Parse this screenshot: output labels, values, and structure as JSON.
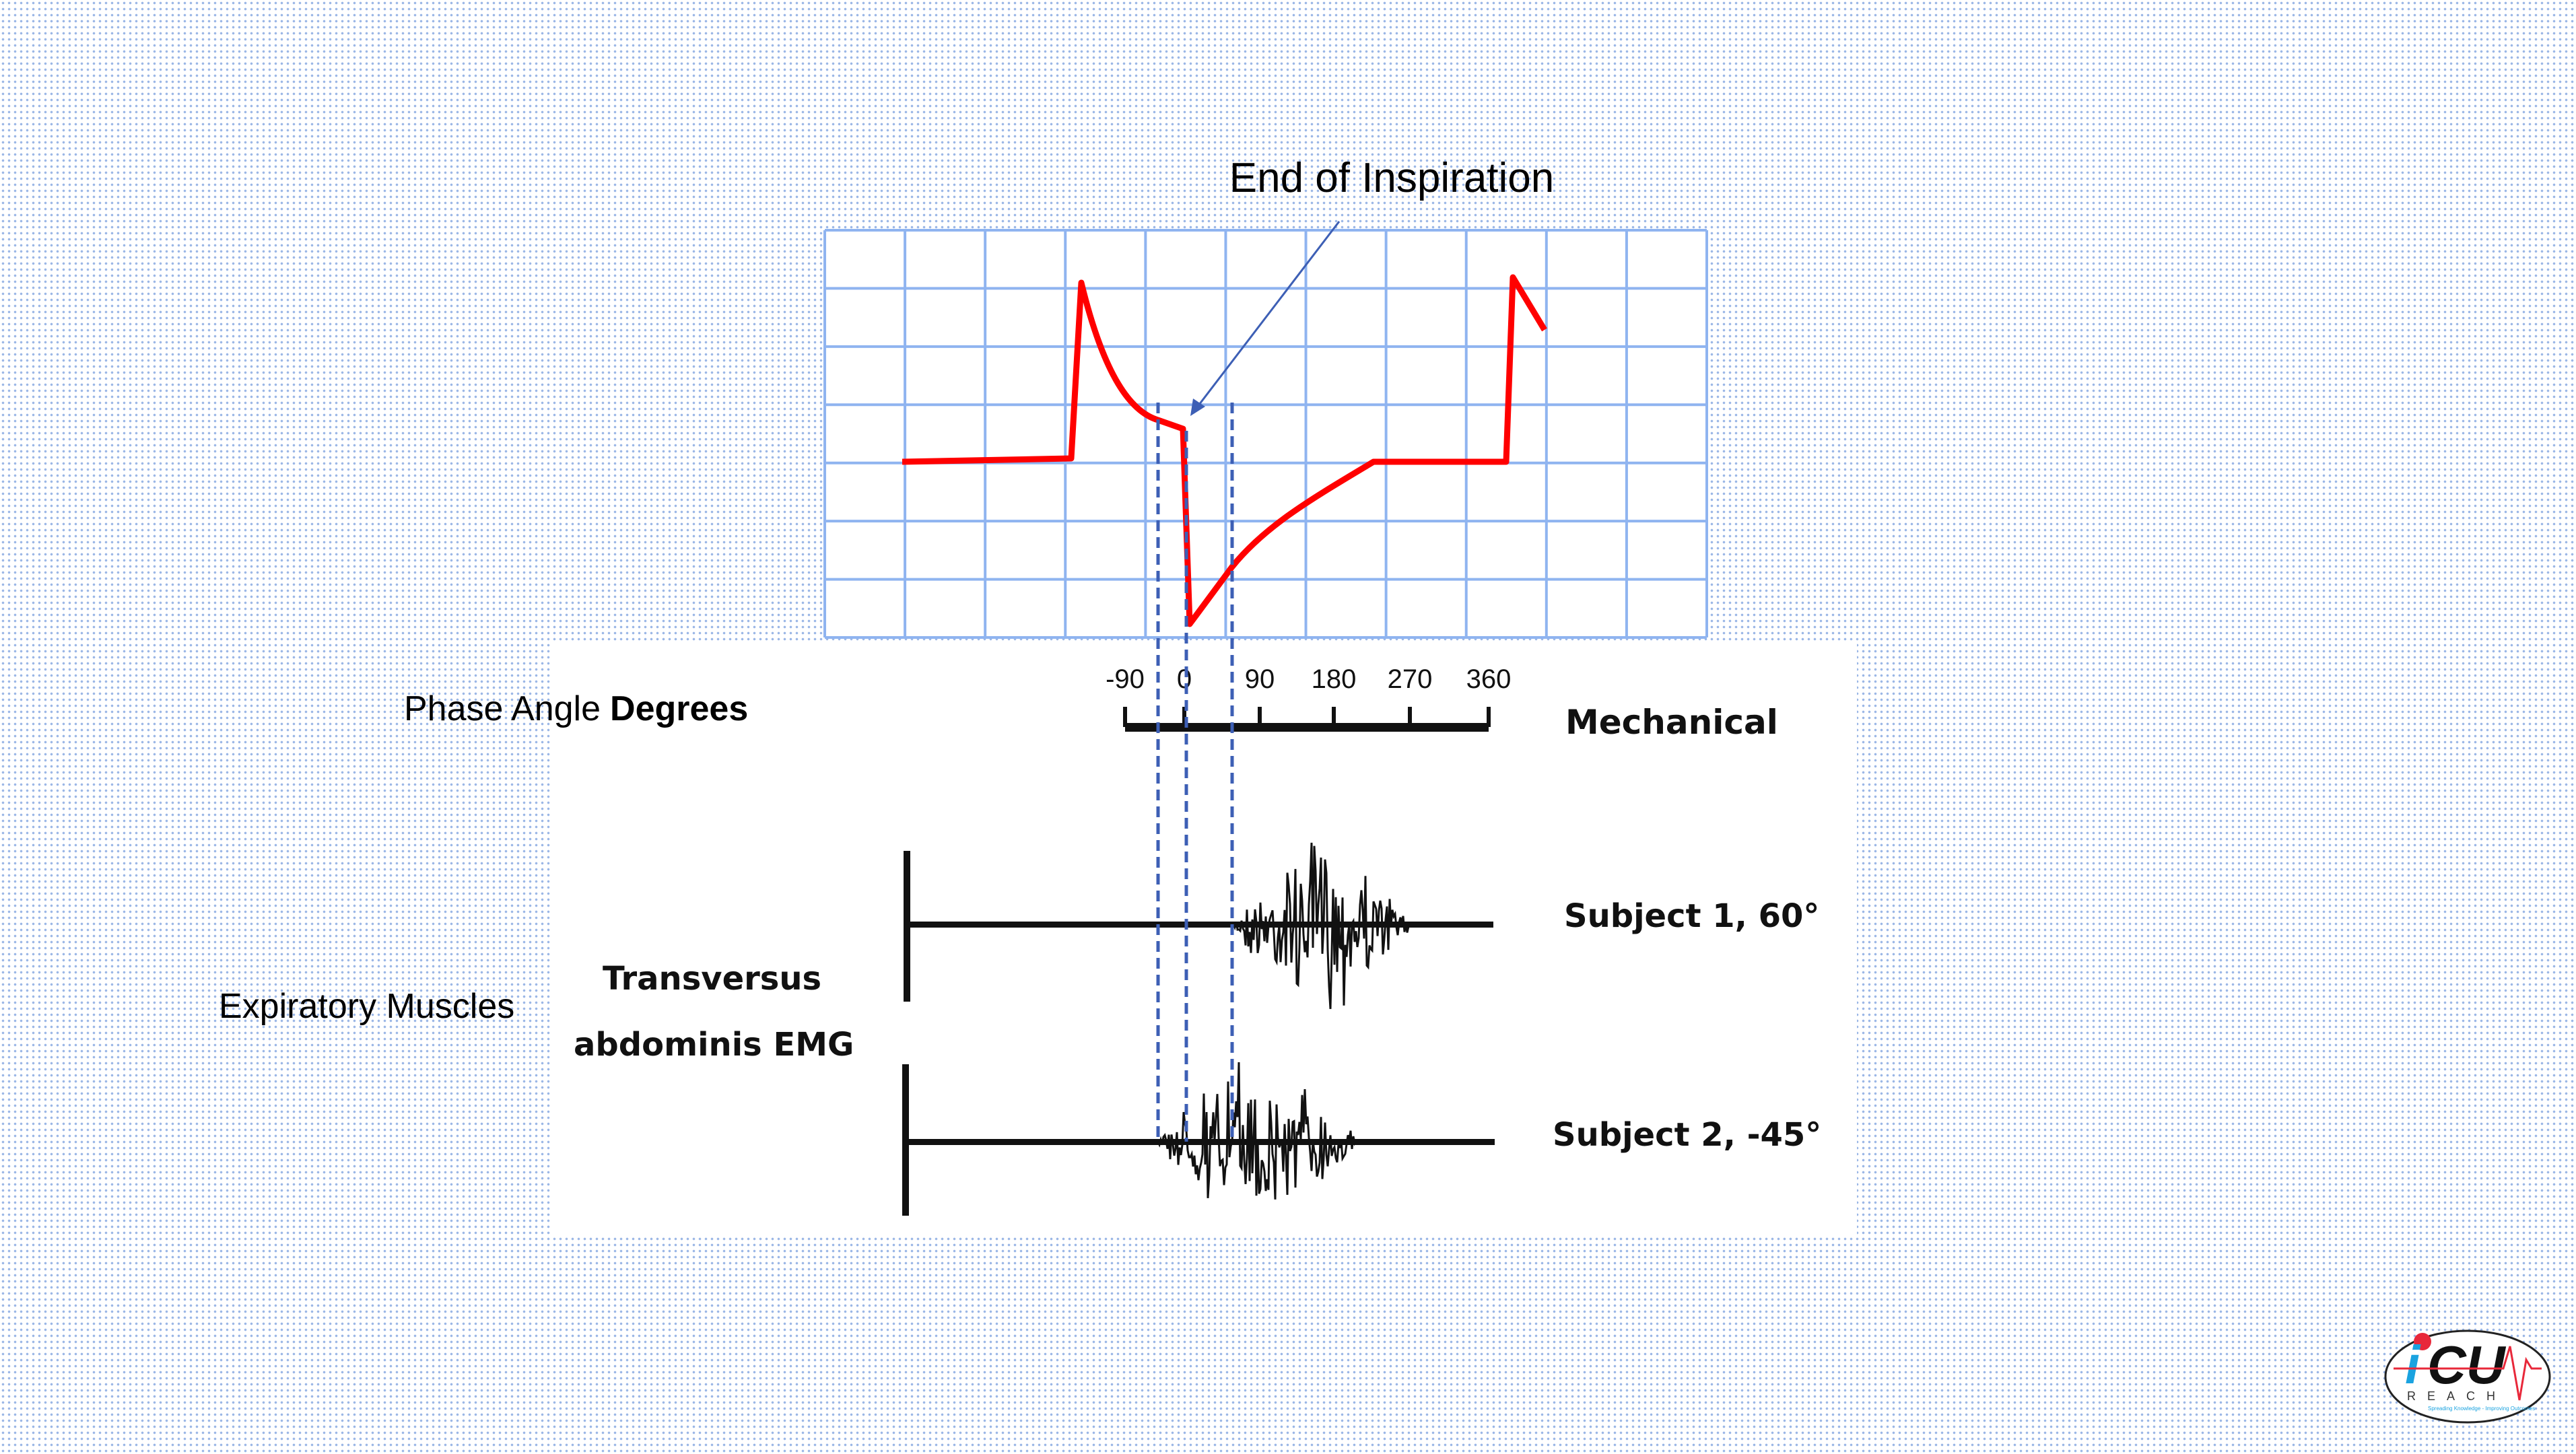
{
  "annotation": {
    "label": "End of Inspiration"
  },
  "phase_axis": {
    "label_prefix": "Phase Angle",
    "label_bold": "Degrees",
    "ticks": [
      "-90",
      "0",
      "90",
      "180",
      "270",
      "360"
    ],
    "title": "Mechanical"
  },
  "emg": {
    "section_label": "Expiratory Muscles",
    "muscle_line1": "Transversus",
    "muscle_line2": "abdominis EMG",
    "subject1": "Subject 1, 60°",
    "subject2": "Subject 2, -45°"
  },
  "colors": {
    "waveform": "#ff0000",
    "grid": "#8fb4f0",
    "dashed": "#3d5fb5",
    "arrow": "#3d5fb5"
  },
  "logo": {
    "text": "iCU",
    "subtext": "REACH",
    "tagline": "Spreading Knowledge - Improving Outcomes"
  }
}
